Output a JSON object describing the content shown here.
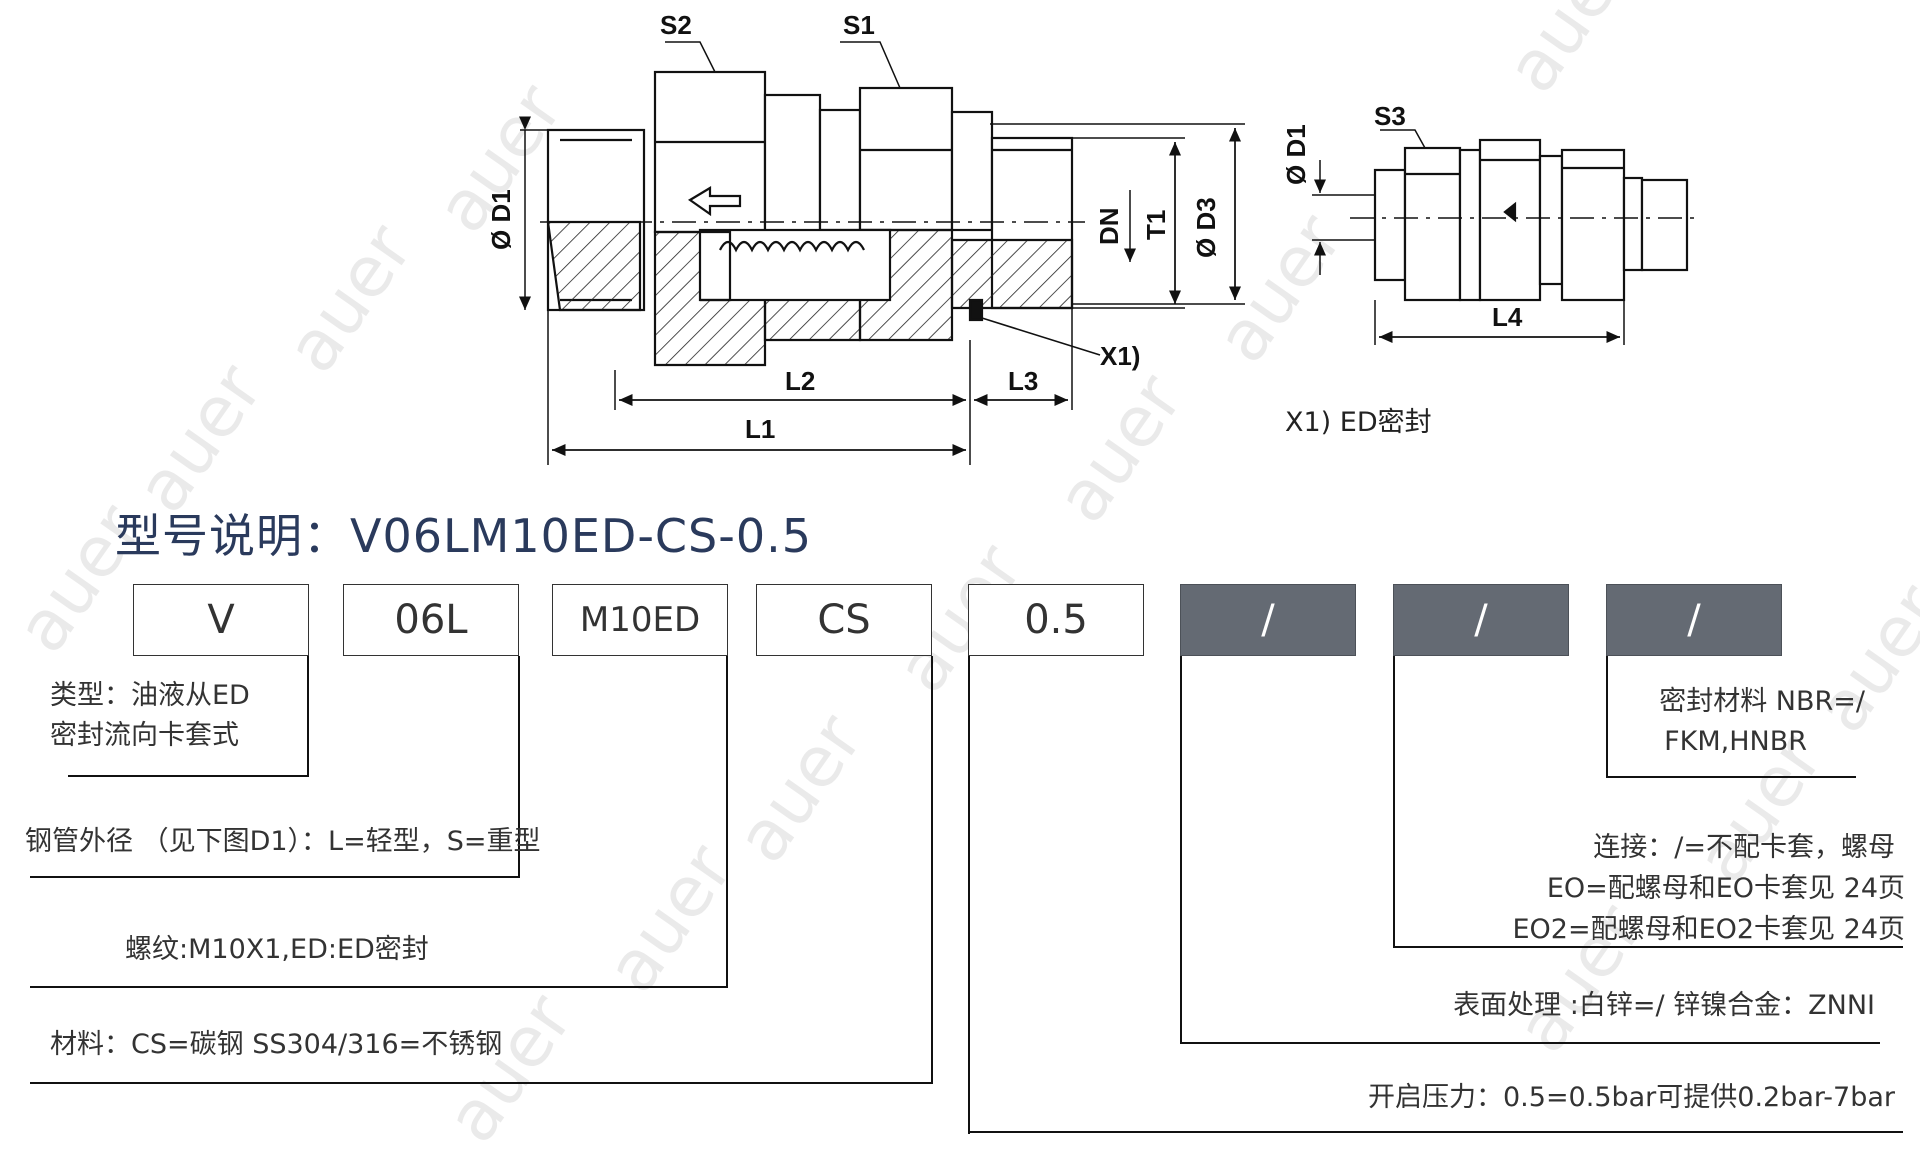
{
  "title": "型号说明：V06LM10ED-CS-0.5",
  "drawing": {
    "labels": {
      "s1": "S1",
      "s2": "S2",
      "s3": "S3",
      "d1": "Ø D1",
      "d1b": "Ø D1",
      "d3": "Ø D3",
      "dn": "DN",
      "t1": "T1",
      "l1": "L1",
      "l2": "L2",
      "l3": "L3",
      "l4": "L4",
      "x1": "X1)"
    },
    "note": "X1) ED密封"
  },
  "code_boxes": [
    {
      "value": "V",
      "dark": false
    },
    {
      "value": "06L",
      "dark": false
    },
    {
      "value": "M10ED",
      "dark": false
    },
    {
      "value": "CS",
      "dark": false
    },
    {
      "value": "0.5",
      "dark": false
    },
    {
      "value": "/",
      "dark": true
    },
    {
      "value": "/",
      "dark": true
    },
    {
      "value": "/",
      "dark": true
    }
  ],
  "descriptions": {
    "type_line1": "类型：油液从ED",
    "type_line2": "密封流向卡套式",
    "tube": "钢管外径 （见下图D1）：L=轻型，S=重型",
    "thread": "螺纹:M10X1,ED:ED密封",
    "material": "材料：CS=碳钢 SS304/316=不锈钢",
    "seal_line1": "密封材料 NBR=/",
    "seal_line2": "FKM,HNBR",
    "conn_line1": "连接：/=不配卡套，螺母",
    "conn_line2": "EO=配螺母和EO卡套见 24页",
    "conn_line3": "EO2=配螺母和EO2卡套见  24页",
    "surface": "表面处理 :白锌=/  锌镍合金：ZNNI",
    "pressure": "开启压力：0.5=0.5bar可提供0.2bar-7bar"
  },
  "watermark": "auer"
}
